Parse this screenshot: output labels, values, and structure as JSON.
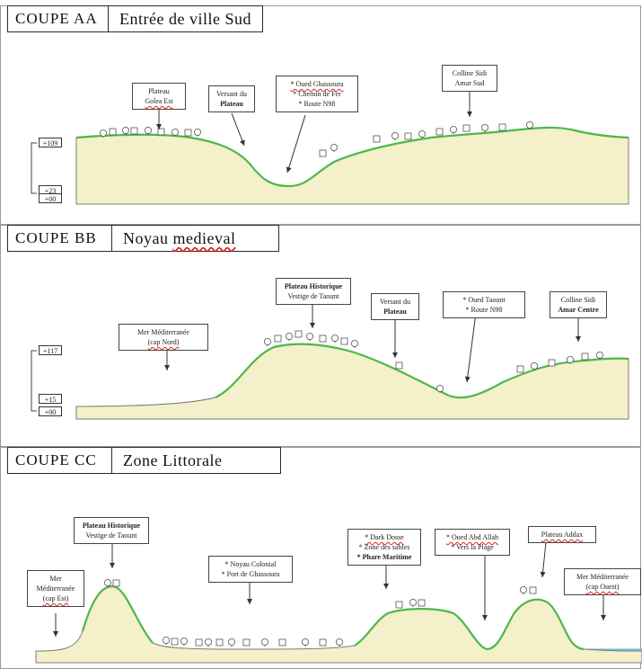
{
  "sections": [
    {
      "code": "COUPE AA",
      "name": "Entrée de ville Sud",
      "elevations": [
        "+109",
        "+23",
        "+00"
      ],
      "callouts": [
        {
          "lines": [
            "Plateau",
            "Golea Est"
          ]
        },
        {
          "lines": [
            "Versant du",
            "Plateau"
          ]
        },
        {
          "lines": [
            "* Oued Ghassoura",
            "* Chemin de Fer",
            "* Route N98"
          ]
        },
        {
          "lines": [
            "Colline Sidi",
            "Amar Sud"
          ]
        }
      ]
    },
    {
      "code": "COUPE BB",
      "name": "Noyau medieval",
      "elevations": [
        "+117",
        "+15",
        "+00"
      ],
      "callouts": [
        {
          "lines": [
            "Mer Méditerranée",
            "(cap Nord)"
          ]
        },
        {
          "lines": [
            "Plateau Historique",
            "Vestige de Taount"
          ]
        },
        {
          "lines": [
            "Versant du",
            "Plateau"
          ]
        },
        {
          "lines": [
            "* Oued Taount",
            "* Route N98"
          ]
        },
        {
          "lines": [
            "Colline Sidi",
            "Amar Centre"
          ]
        }
      ]
    },
    {
      "code": "COUPE CC",
      "name": "Zone Littorale",
      "elevations": [],
      "callouts": [
        {
          "lines": [
            "Plateau Historique",
            "Vestige de Taount"
          ]
        },
        {
          "lines": [
            "Mer",
            "Méditerranée",
            "(cap Est)"
          ]
        },
        {
          "lines": [
            "* Noyau Colonial",
            "* Port de Ghassoura"
          ]
        },
        {
          "lines": [
            "* Dark Dosse",
            "* Zone des sables",
            "* Phare Maritime"
          ]
        },
        {
          "lines": [
            "* Oued Abd Allah",
            "* Vers la Plage"
          ]
        },
        {
          "lines": [
            "Plateau Addax"
          ]
        },
        {
          "lines": [
            "Mer Méditerranée",
            "(cap Ouest)"
          ]
        }
      ]
    }
  ]
}
